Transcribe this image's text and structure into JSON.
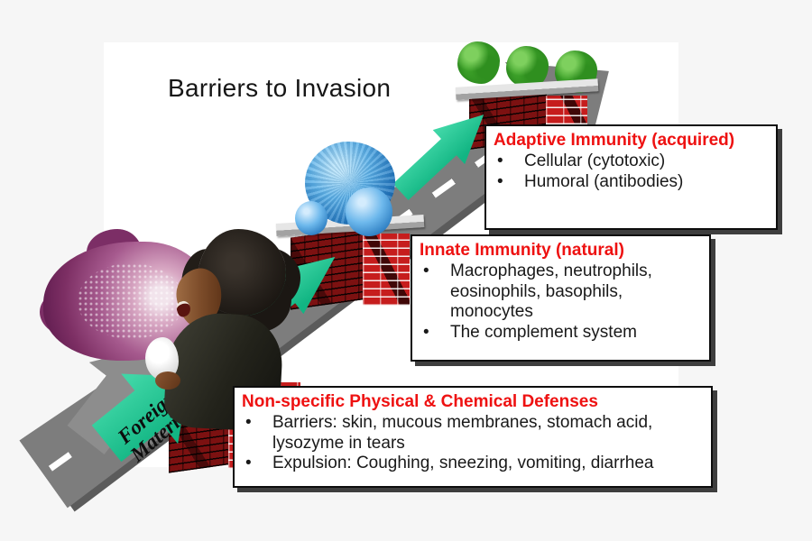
{
  "title": "Barriers to Invasion",
  "bullet_char": "•",
  "foreign_arrow": {
    "line1": "Foreign",
    "line2": "Material"
  },
  "boxes": {
    "adaptive": {
      "header": "Adaptive Immunity (acquired)",
      "bullets": [
        "Cellular (cytotoxic)",
        "Humoral (antibodies)"
      ]
    },
    "innate": {
      "header": "Innate Immunity (natural)",
      "bullets": [
        "Macrophages, neutrophils, eosinophils, basophils, monocytes",
        "The complement system"
      ]
    },
    "nonspecific": {
      "header": "Non-specific Physical & Chemical Defenses",
      "bullets": [
        "Barriers: skin, mucous membranes, stomach acid, lysozyme in tears",
        "Expulsion: Coughing, sneezing, vomiting, diarrhea"
      ]
    }
  },
  "colors": {
    "page_background": "#f6f6f6",
    "slide_background": "#ffffff",
    "header_red": "#ee1111",
    "body_text": "#191919",
    "box_border": "#0d0d0d",
    "green_arrow": "#1fc795",
    "road_gray": "#7d7d7d",
    "brick_red": "#c61d1d",
    "brick_dark": "#7c1111",
    "tree_green": "#3a9e28",
    "cell_blue": "#2b7cc0",
    "spray_purple": "#7d2f64"
  }
}
